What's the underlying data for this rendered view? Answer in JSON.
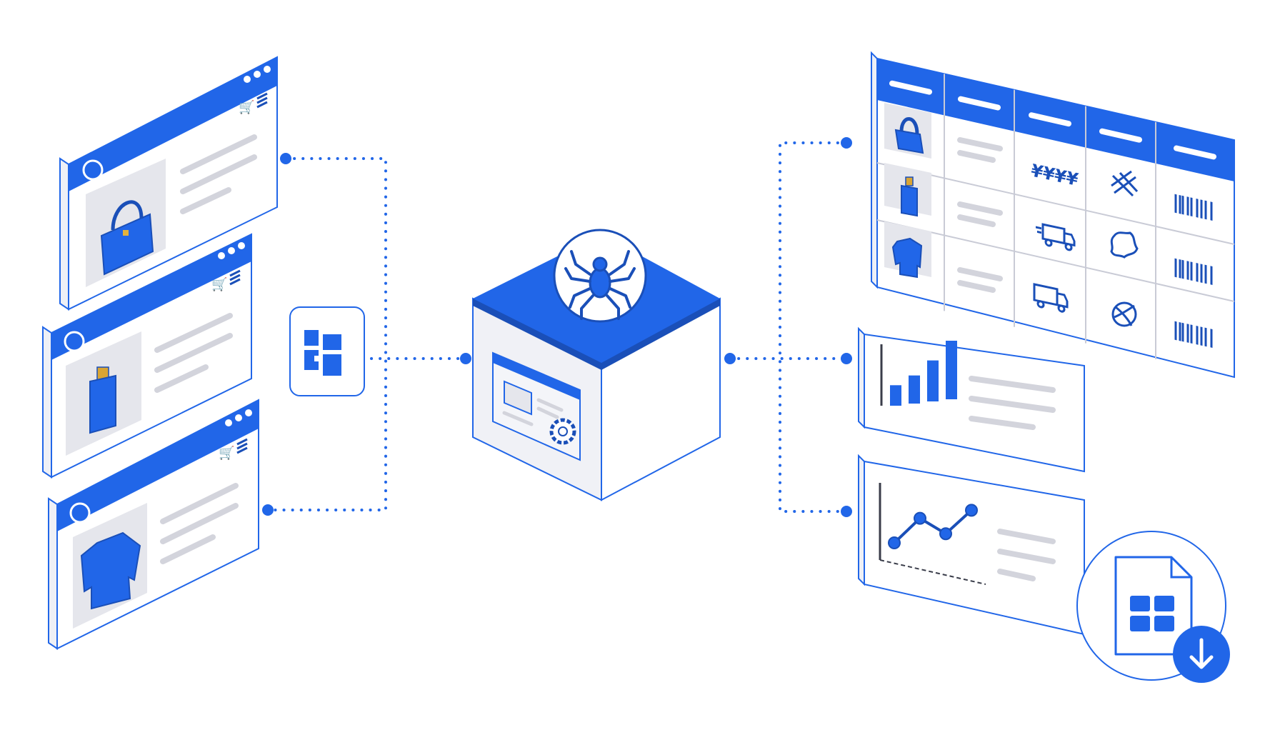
{
  "colors": {
    "accent": "#2166E8",
    "accent_dark": "#1A4FB8",
    "outline": "#2166E8",
    "panel": "#FFFFFF",
    "panel_side": "#EEF0F6",
    "gray_line": "#D3D4DC",
    "image_bg": "#E5E6EC",
    "connector": "#2166E8"
  },
  "source_pages": [
    {
      "product": "handbag"
    },
    {
      "product": "perfume-bottle"
    },
    {
      "product": "sweater"
    }
  ],
  "center_node": {
    "icon": "spider-icon",
    "screen_icon": "browser-gear-icon"
  },
  "parser_badge": {
    "icon": "grid-layout-icon"
  },
  "result_table": {
    "header_cells": 5,
    "rows": [
      {
        "image": "handbag",
        "price": "¥¥¥¥",
        "attr": "fabric-weave-icon",
        "code": "barcode-icon"
      },
      {
        "image": "perfume-bottle",
        "price": "delivery-truck-fast-icon",
        "attr": "leather-hide-icon",
        "code": "barcode-icon"
      },
      {
        "image": "sweater",
        "price": "delivery-truck-icon",
        "attr": "yarn-ball-icon",
        "code": "barcode-icon"
      }
    ]
  },
  "bar_card": {
    "bars": [
      0.35,
      0.48,
      0.7,
      1.0
    ]
  },
  "line_card": {
    "points": [
      0.2,
      0.68,
      0.46,
      0.92
    ]
  },
  "export_badge": {
    "icon": "spreadsheet-file-icon",
    "action_icon": "download-arrow-icon"
  }
}
